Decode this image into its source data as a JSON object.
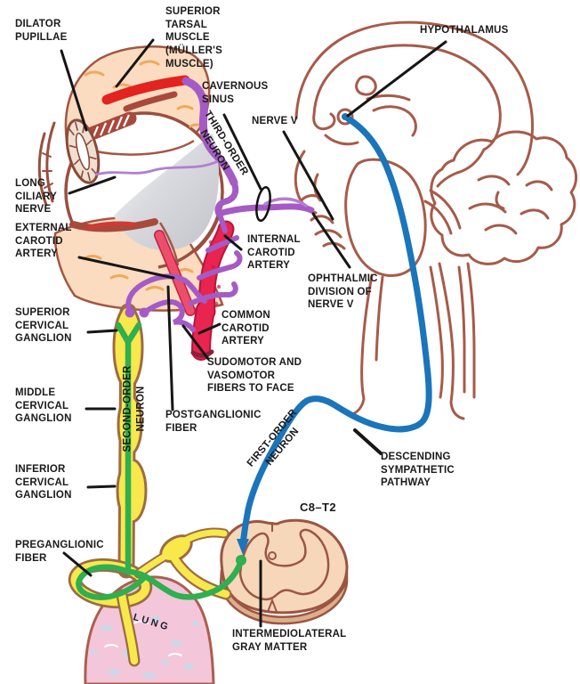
{
  "figure": {
    "labels": {
      "dilator_pupillae": "DILATOR\nPUPILLAE",
      "superior_tarsal": "SUPERIOR\nTARSAL\nMUSCLE\n(MÜLLER'S\nMUSCLE)",
      "hypothalamus": "HYPOTHALAMUS",
      "cavernous_sinus": "CAVERNOUS\nSINUS",
      "nerve_v": "NERVE V",
      "long_ciliary_nerve": "LONG\nCILIARY\nNERVE",
      "external_carotid": "EXTERNAL\nCAROTID\nARTERY",
      "internal_carotid": "INTERNAL\nCAROTID\nARTERY",
      "ophthalmic_division": "OPHTHALMIC\nDIVISION OF\nNERVE V",
      "superior_cervical_ganglion": "SUPERIOR\nCERVICAL\nGANGLION",
      "common_carotid": "COMMON\nCAROTID\nARTERY",
      "sudomotor": "SUDOMOTOR AND\nVASOMOTOR\nFIBERS TO FACE",
      "middle_cervical_ganglion": "MIDDLE\nCERVICAL\nGANGLION",
      "postganglionic_fiber": "POSTGANGLIONIC\nFIBER",
      "descending_sympathetic": "DESCENDING\nSYMPATHETIC\nPATHWAY",
      "inferior_cervical_ganglion": "INFERIOR\nCERVICAL\nGANGLION",
      "c8_t2": "C8–T2",
      "preganglionic_fiber": "PREGANGLIONIC\nFIBER",
      "intermediolateral": "INTERMEDIOLATERAL\nGRAY MATTER",
      "lung": "LUNG",
      "third_order_neuron": "THIRD-ORDER\nNEURON",
      "second_order_neuron": "SECOND-ORDER\nNEURON",
      "first_order_neuron": "FIRST-ORDER\nNEURON"
    },
    "colors": {
      "first_order_neuron_blue": "#1A75BB",
      "second_order_neuron_green": "#2FAF4F",
      "third_order_neuron_purple": "#A55BC5",
      "long_ciliary_lavender": "#B27FD0",
      "artery_crimson": "#E8244F",
      "muscle_bright_red": "#E2231F",
      "muscle_dark_red": "#A8493B",
      "sympathetic_chain_yellow": "#F8E84B",
      "chain_outline_brown": "#9C6B45",
      "lung_pink": "#F4C6D9",
      "tissue_peach": "#FBDCC1",
      "line_art_brown": "#A65B49",
      "label_black": "#1A1A1A"
    }
  }
}
